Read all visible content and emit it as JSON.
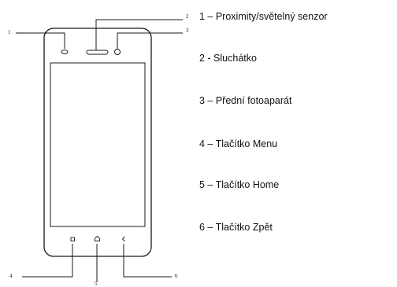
{
  "callouts": {
    "n1": "1",
    "n2": "2",
    "n3": "3",
    "n4": "4",
    "n5": "5",
    "n6": "6"
  },
  "legend": {
    "items": [
      "1 – Proximity/světelný senzor",
      "2 - Sluchátko",
      "3 – Přední fotoaparát",
      "4 – Tlačítko Menu",
      "5 – Tlačítko Home",
      "6 – Tlačítko Zpět"
    ]
  }
}
